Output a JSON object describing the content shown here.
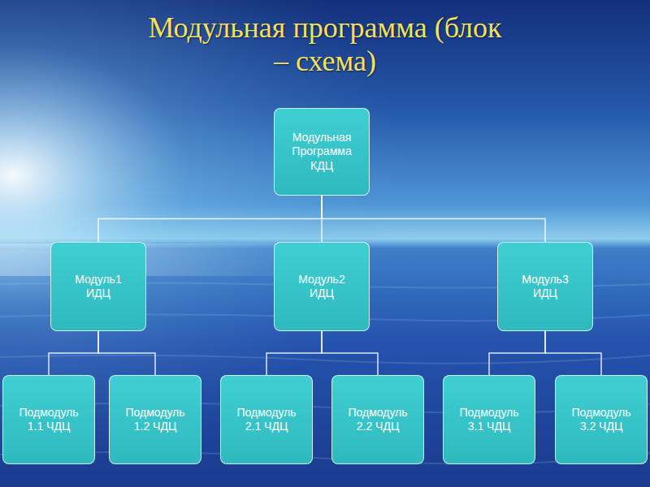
{
  "diagram": {
    "title": "Модульная программа (блок – схема)",
    "nodes": [
      {
        "text": [
          "Модульная Программа КДЦ"
        ]
      },
      {
        "text": [
          "Модуль1 ИДЦ"
        ]
      },
      {
        "text": [
          "Модуль2 ИДЦ"
        ]
      },
      {
        "text": [
          "Модуль3 ИДЦ"
        ]
      },
      {
        "text": [
          "Подмодуль 1.1 ЧДЦ"
        ]
      },
      {
        "text": [
          "Подмодуль 1.2 ЧДЦ"
        ]
      },
      {
        "text": [
          "Подмодуль 2.1 ЧДЦ"
        ]
      },
      {
        "text": [
          "Подмодуль 2.2 ЧДЦ"
        ]
      },
      {
        "text": [
          "Подмодуль 3.1 ЧДЦ"
        ]
      },
      {
        "text": [
          "Подмодуль 3.2 ЧДЦ"
        ]
      }
    ],
    "edges": [
      {
        "from": 0,
        "to": 1,
        "arrow": "none"
      },
      {
        "from": 0,
        "to": 2,
        "arrow": "none"
      },
      {
        "from": 0,
        "to": 3,
        "arrow": "none"
      },
      {
        "from": 1,
        "to": 4,
        "arrow": "none"
      },
      {
        "from": 1,
        "to": 5,
        "arrow": "none"
      },
      {
        "from": 2,
        "to": 6,
        "arrow": "none"
      },
      {
        "from": 2,
        "to": 7,
        "arrow": "none"
      },
      {
        "from": 3,
        "to": 8,
        "arrow": "none"
      },
      {
        "from": 3,
        "to": 9,
        "arrow": "none"
      }
    ]
  }
}
